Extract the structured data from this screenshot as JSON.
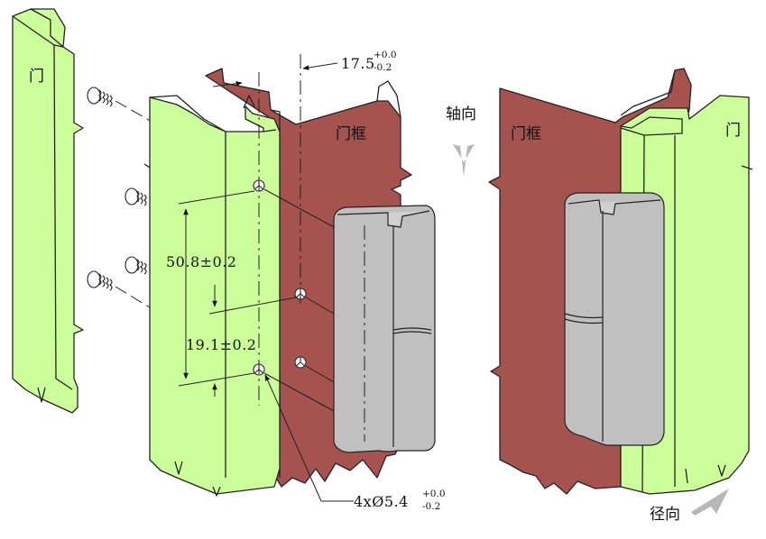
{
  "labels": {
    "door_left": "门",
    "frame_left": "门框",
    "axial": "轴向",
    "frame_right": "门框",
    "door_right": "门",
    "radial": "径向"
  },
  "dims": {
    "offset_main": "17.5",
    "offset_tol_upper": "+0.0",
    "offset_tol_lower": "-0.2",
    "spacing_1": "50.8±0.2",
    "spacing_2": "19.1±0.2",
    "holes_main": "4xØ5.4",
    "holes_tol_upper": "+0.0",
    "holes_tol_lower": "-0.2"
  },
  "colors": {
    "door_green": "#ccff99",
    "frame_red": "#a65350",
    "hinge_gray": "#c0c0c0",
    "arrow_gray": "#b8b8b8"
  }
}
